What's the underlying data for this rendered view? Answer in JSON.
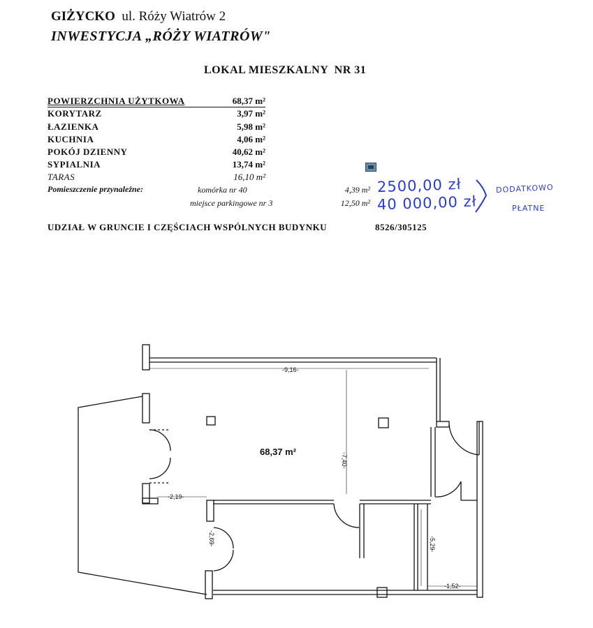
{
  "header": {
    "city": "GIŻYCKO",
    "street": "ul. Róży Wiatrów 2",
    "investment": "INWESTYCJA „RÓŻY WIATRÓW\""
  },
  "unit_title": "LOKAL MIESZKALNY  NR 31",
  "areas": [
    {
      "label": "POWIERZCHNIA UŻYTKOWA",
      "value": "68,37 m²"
    },
    {
      "label": "KORYTARZ",
      "value": "3,97 m²"
    },
    {
      "label": "ŁAZIENKA",
      "value": "5,98 m²"
    },
    {
      "label": "KUCHNIA",
      "value": "4,06 m²"
    },
    {
      "label": "POKÓJ DZIENNY",
      "value": "40,62 m²"
    },
    {
      "label": "SYPIALNIA",
      "value": "13,74 m²"
    },
    {
      "label": "TARAS",
      "value": "16,10 m²"
    }
  ],
  "ancillary": {
    "label": "Pomieszczenie przynależne:",
    "items": [
      {
        "name": "komórka nr 40",
        "area": "4,39 m²"
      },
      {
        "name": "miejsce parkingowe nr 3",
        "area": "12,50 m²"
      }
    ]
  },
  "handwritten": {
    "price_1": "2500,00 zł",
    "price_2": "40 000,00 zł",
    "note_line1": "DODATKOWO",
    "note_line2": "PŁATNE"
  },
  "share": {
    "label": "UDZIAŁ W GRUNCIE I CZĘŚCIACH WSPÓLNYCH BUDYNKU",
    "value": "8526/305125"
  },
  "plan": {
    "area_label": "68,37 m²",
    "dims": {
      "top": "-9,16-",
      "right_v": "-7,40-",
      "left_h": "-2,19-",
      "left_v": "-2,69-",
      "mid_v": "-5,29-",
      "bottom_r": "-1,52-"
    }
  },
  "colors": {
    "handwriting": "#2d3fb8",
    "ink": "#111111"
  }
}
